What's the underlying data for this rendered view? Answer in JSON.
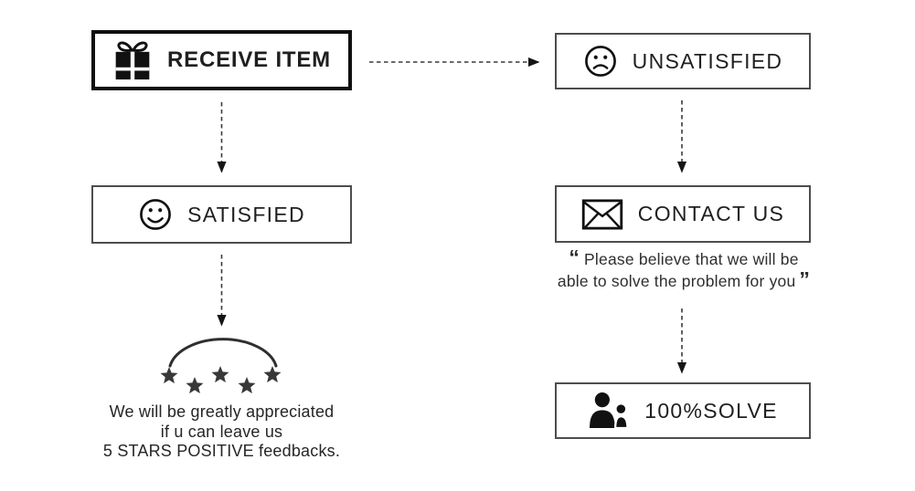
{
  "palette": {
    "ink": "#1c1c1c",
    "arrow": "#3a3a3a",
    "thick_border": "#101010",
    "thin_border": "#4d4d4d",
    "star_fill": "#383838",
    "background": "#ffffff"
  },
  "nodes": {
    "receive": {
      "label": "RECEIVE ITEM",
      "icon": "gift-icon"
    },
    "unsatisfied": {
      "label": "UNSATISFIED",
      "icon": "sad-face-icon"
    },
    "satisfied": {
      "label": "SATISFIED",
      "icon": "smiley-face-icon"
    },
    "contact": {
      "label": "CONTACT US",
      "icon": "envelope-icon"
    },
    "solve": {
      "label": "100%SOLVE",
      "icon": "people-icon"
    }
  },
  "quote": {
    "open_mark": "“",
    "line1": "Please believe that we will be",
    "line2": "able to solve the problem for you",
    "close_mark": "”"
  },
  "feedback": {
    "stars": 5,
    "line1": "We will be greatly appreciated",
    "line2": "if u can leave us",
    "line3": "5 STARS POSITIVE feedbacks."
  }
}
